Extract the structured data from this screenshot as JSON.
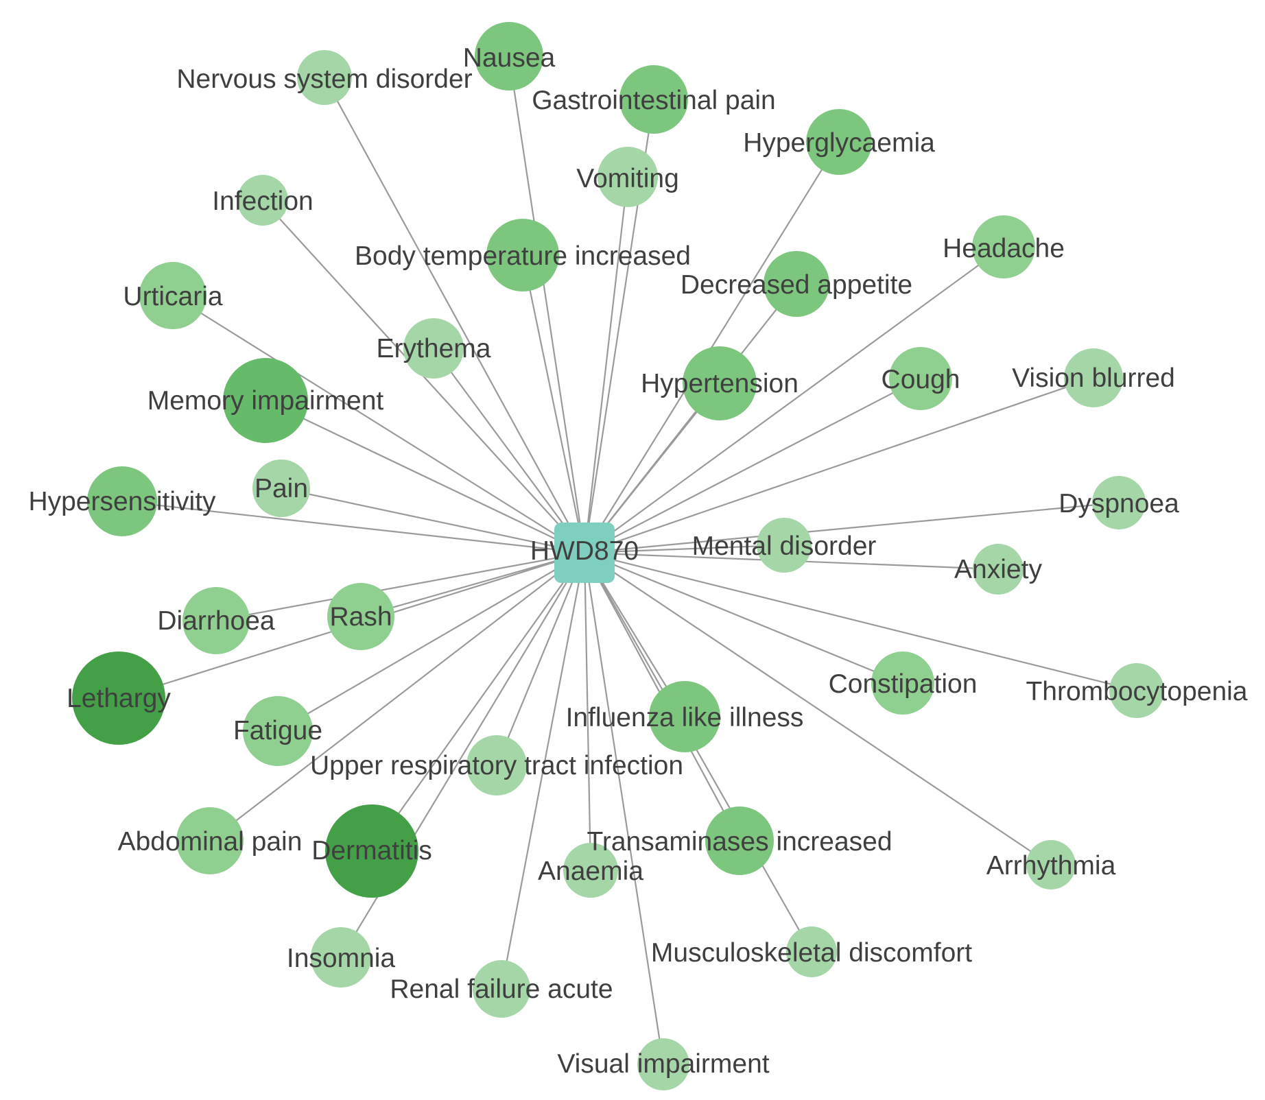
{
  "graph": {
    "hub": {
      "label": "HWD870",
      "color": "#7ecfbf"
    },
    "color_scale": {
      "lightest": "#a5d6a7",
      "light": "#8fcf8f",
      "medium": "#7cc67e",
      "strong": "#66bb6a",
      "darkest": "#43a047"
    },
    "nodes": [
      {
        "label": "Nervous system disorder",
        "shade": "lightest"
      },
      {
        "label": "Nausea",
        "shade": "medium"
      },
      {
        "label": "Gastrointestinal pain",
        "shade": "medium"
      },
      {
        "label": "Hyperglycaemia",
        "shade": "medium"
      },
      {
        "label": "Vomiting",
        "shade": "lightest"
      },
      {
        "label": "Infection",
        "shade": "lightest"
      },
      {
        "label": "Body temperature increased",
        "shade": "medium"
      },
      {
        "label": "Headache",
        "shade": "light"
      },
      {
        "label": "Decreased appetite",
        "shade": "medium"
      },
      {
        "label": "Urticaria",
        "shade": "light"
      },
      {
        "label": "Erythema",
        "shade": "lightest"
      },
      {
        "label": "Memory impairment",
        "shade": "strong"
      },
      {
        "label": "Hypertension",
        "shade": "medium"
      },
      {
        "label": "Cough",
        "shade": "light"
      },
      {
        "label": "Vision blurred",
        "shade": "lightest"
      },
      {
        "label": "Hypersensitivity",
        "shade": "medium"
      },
      {
        "label": "Pain",
        "shade": "lightest"
      },
      {
        "label": "Dyspnoea",
        "shade": "lightest"
      },
      {
        "label": "Mental disorder",
        "shade": "lightest"
      },
      {
        "label": "Anxiety",
        "shade": "lightest"
      },
      {
        "label": "Diarrhoea",
        "shade": "light"
      },
      {
        "label": "Rash",
        "shade": "light"
      },
      {
        "label": "Lethargy",
        "shade": "darkest"
      },
      {
        "label": "Constipation",
        "shade": "light"
      },
      {
        "label": "Thrombocytopenia",
        "shade": "lightest"
      },
      {
        "label": "Fatigue",
        "shade": "light"
      },
      {
        "label": "Influenza like illness",
        "shade": "medium"
      },
      {
        "label": "Upper respiratory tract infection",
        "shade": "lightest"
      },
      {
        "label": "Abdominal pain",
        "shade": "light"
      },
      {
        "label": "Dermatitis",
        "shade": "darkest"
      },
      {
        "label": "Transaminases increased",
        "shade": "medium"
      },
      {
        "label": "Anaemia",
        "shade": "lightest"
      },
      {
        "label": "Arrhythmia",
        "shade": "lightest"
      },
      {
        "label": "Insomnia",
        "shade": "lightest"
      },
      {
        "label": "Musculoskeletal discomfort",
        "shade": "lightest"
      },
      {
        "label": "Renal failure acute",
        "shade": "lightest"
      },
      {
        "label": "Visual impairment",
        "shade": "lightest"
      }
    ]
  }
}
